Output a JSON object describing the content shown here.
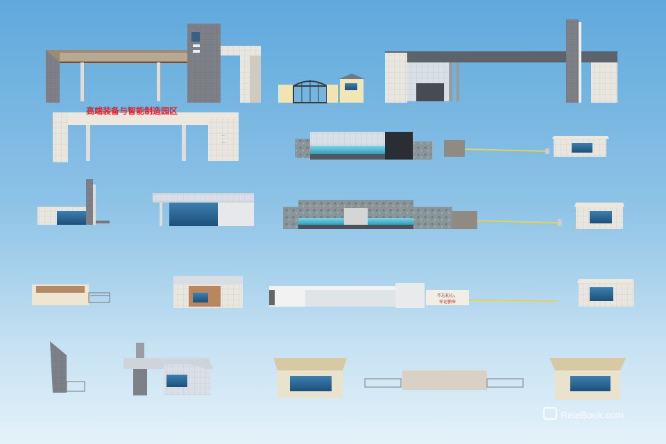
{
  "gate_1": {
    "label": "高端装备与智能制造园区"
  },
  "gate_1_plaque": {
    "line1": "…",
    "line2": "…"
  },
  "wall_sign": {
    "line1": "不忘初心，",
    "line2": "牢记使命"
  },
  "watermark": {
    "text": "RelеBook.com"
  },
  "colors": {
    "sky_top": "#5fa9dc",
    "sky_bottom": "#e4f1f9",
    "sign_red": "#d8232e",
    "tile_light": "#e9e6dc",
    "tile_gray": "#8c8e93",
    "glass": "#2f6f9c"
  }
}
